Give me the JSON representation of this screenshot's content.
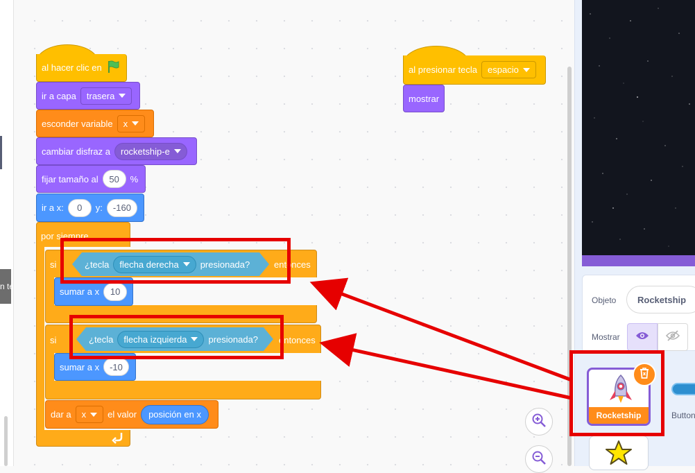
{
  "left_tab": {
    "text": "n te"
  },
  "stack1": {
    "hat_label": "al hacer clic en",
    "go_back_label": "ir a capa",
    "go_back_value": "trasera",
    "hide_var_label": "esconder variable",
    "hide_var_value": "x",
    "switch_costume_label": "cambiar disfraz a",
    "switch_costume_value": "rocketship-e",
    "set_size_label": "fijar tamaño al",
    "set_size_value": "50",
    "set_size_unit": "%",
    "goto_label_x": "ir a x:",
    "goto_x": "0",
    "goto_label_y": "y:",
    "goto_y": "-160",
    "forever_label": "por siempre",
    "if1_label": "si",
    "if1_then": "entonces",
    "if1_cond_prefix": "¿tecla",
    "if1_cond_key": "flecha derecha",
    "if1_cond_suffix": "presionada?",
    "change_x1_label": "sumar a x",
    "change_x1_value": "10",
    "if2_label": "si",
    "if2_then": "entonces",
    "if2_cond_prefix": "¿tecla",
    "if2_cond_key": "flecha izquierda",
    "if2_cond_suffix": "presionada?",
    "change_x2_label": "sumar a x",
    "change_x2_value": "-10",
    "set_var_label": "dar a",
    "set_var_name": "x",
    "set_var_mid": "el valor",
    "set_var_reporter": "posición en x"
  },
  "stack2": {
    "hat_label": "al presionar tecla",
    "hat_value": "espacio",
    "show_label": "mostrar"
  },
  "sprite_info": {
    "object_label": "Objeto",
    "object_value": "Rocketship",
    "show_label": "Mostrar"
  },
  "sprites": [
    {
      "name": "Rocketship",
      "selected": true
    },
    {
      "name": "Button"
    }
  ],
  "colors": {
    "events": "#ffbf00",
    "looks": "#9966ff",
    "variables": "#ff8c1a",
    "motion": "#4c97ff",
    "control": "#ffab19",
    "sensing": "#5cb1d6",
    "annotation": "#e60000"
  }
}
